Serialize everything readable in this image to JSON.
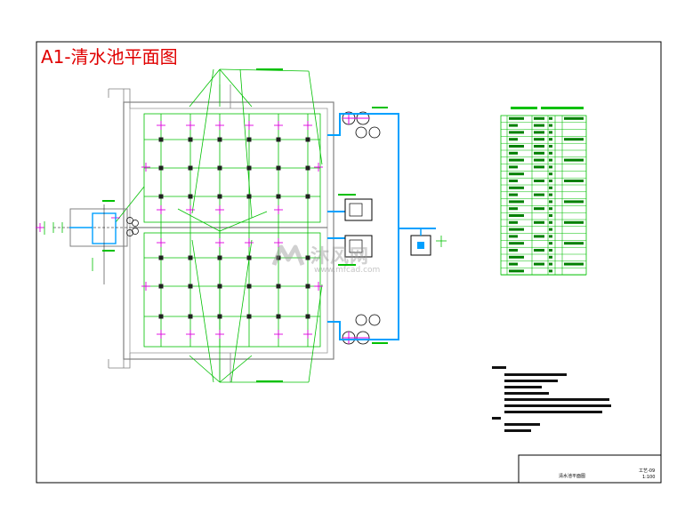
{
  "drawing": {
    "title": "A1-清水池平面图",
    "watermark_brand": "沐风网",
    "watermark_url": "www.mfcad.com"
  },
  "title_block": {
    "drawing_name": "清水池平面图",
    "drawing_number": "工艺-09",
    "scale": "1:100"
  },
  "colors": {
    "frame": "#000000",
    "title": "#e00000",
    "tank_outline": "#808080",
    "grid_lines": "#00c000",
    "column_markers": "#202020",
    "pipes": "#00a0ff",
    "valve_symbols": "#e000e0",
    "table_lines": "#00c000",
    "watermark": "#969696"
  },
  "icons": {
    "logo": "mfcad-logo-icon"
  }
}
